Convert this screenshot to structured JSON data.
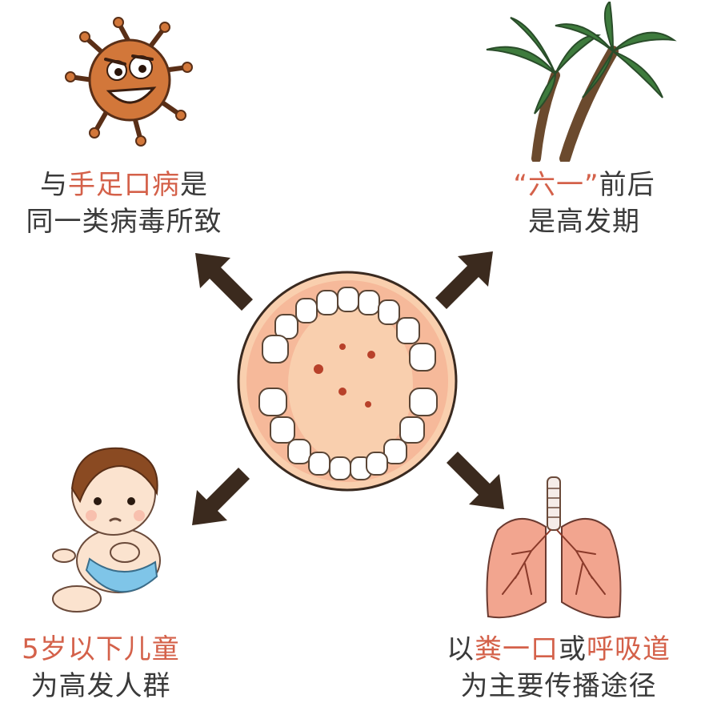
{
  "colors": {
    "highlight": "#d4614a",
    "text": "#3a3a3a",
    "arrow": "#3b2a1e",
    "mouth_fill": "#f9cfae",
    "mouth_ring": "#f6b99a",
    "virus": "#d2773a",
    "tree_leaves": "#3e7b3d",
    "lungs": "#f2a58f"
  },
  "captions": {
    "virus": {
      "line1_pre": "与",
      "line1_hl": "手足口病",
      "line1_post": "是",
      "line2": "同一类病毒所致"
    },
    "season": {
      "line1_hl": "“六一”",
      "line1_post": "前后",
      "line2": "是高发期"
    },
    "children": {
      "line1_hl": "5岁以下儿童",
      "line2": "为高发人群"
    },
    "transmission": {
      "line1_pre": "以",
      "line1_hl1": "粪一口",
      "line1_mid": "或",
      "line1_hl2": "呼吸道",
      "line2": "为主要传播途径"
    }
  },
  "icons": {
    "virus": "virus-cartoon-icon",
    "tree": "palm-tree-icon",
    "baby": "baby-icon",
    "lungs": "lungs-icon",
    "mouth": "open-mouth-icon"
  }
}
